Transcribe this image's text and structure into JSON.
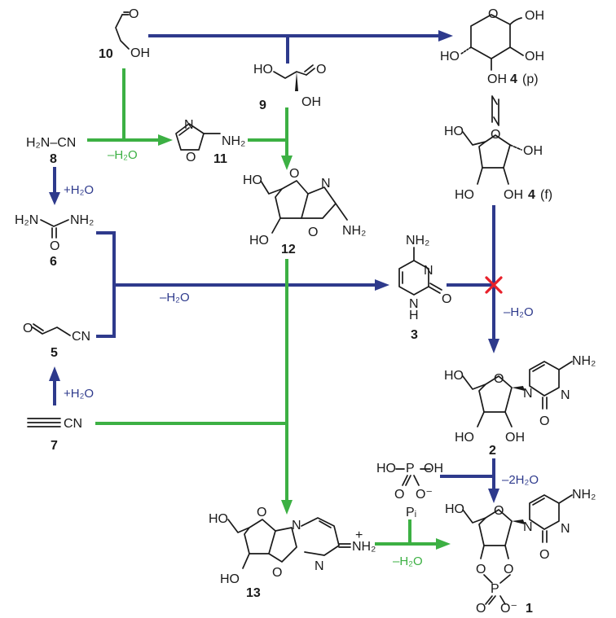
{
  "colors": {
    "blue_pathway": "#2e3a8c",
    "green_pathway": "#3cb043",
    "blocked_mark": "#e8202a",
    "ink": "#1a1a1a"
  },
  "compounds": {
    "c10": {
      "number": "10",
      "atom_oh": "OH",
      "atom_o": "O"
    },
    "c9": {
      "number": "9",
      "atom_ho": "HO",
      "atom_oh": "OH",
      "atom_o": "O"
    },
    "c4p": {
      "number": "4",
      "form": "(p)",
      "atom_oh_a": "OH",
      "atom_oh_b": "OH",
      "atom_oh_c": "OH",
      "atom_ho": "HO",
      "atom_o": "O"
    },
    "c4f": {
      "number": "4",
      "form": "(f)",
      "atom_ho_a": "HO",
      "atom_oh_a": "OH",
      "atom_ho_b": "HO",
      "atom_oh_b": "OH",
      "atom_o": "O"
    },
    "c8": {
      "number": "8",
      "formula": "H₂N–CN"
    },
    "c11": {
      "number": "11",
      "atom_n": "N",
      "atom_o": "O",
      "atom_nh2": "NH₂"
    },
    "c12": {
      "number": "12",
      "atom_ho_a": "HO",
      "atom_ho_b": "HO",
      "atom_o_a": "O",
      "atom_o_b": "O",
      "atom_n": "N",
      "atom_nh2": "NH₂"
    },
    "c6": {
      "number": "6",
      "atom_h2n": "H₂N",
      "atom_nh2": "NH₂",
      "atom_o": "O"
    },
    "c3": {
      "number": "3",
      "atom_nh2": "NH₂",
      "atom_n_a": "N",
      "atom_n_b": "N",
      "atom_h": "H",
      "atom_o": "O"
    },
    "c5": {
      "number": "5",
      "atom_o": "O",
      "atom_cn": "CN"
    },
    "c7": {
      "number": "7",
      "atom_cn": "CN"
    },
    "c2": {
      "number": "2",
      "atom_ho_a": "HO",
      "atom_ho_b": "HO",
      "atom_oh": "OH",
      "atom_o": "O",
      "atom_n_a": "N",
      "atom_n_b": "N",
      "atom_nh2": "NH₂",
      "atom_o_carbonyl": "O"
    },
    "phosphate": {
      "atom_ho_a": "HO",
      "atom_p": "P",
      "atom_oh": "OH",
      "atom_o": "O",
      "atom_o_minus": "O⁻",
      "pi": "Pᵢ"
    },
    "c13": {
      "number": "13",
      "atom_ho_a": "HO",
      "atom_ho_b": "HO",
      "atom_o_a": "O",
      "atom_o_b": "O",
      "atom_n_a": "N",
      "atom_n_b": "N",
      "atom_nh2_plus": "NH₂",
      "charge": "+"
    },
    "c1": {
      "number": "1",
      "atom_ho": "HO",
      "atom_o_a": "O",
      "atom_o_b": "O",
      "atom_o_c": "O",
      "atom_o_d": "O",
      "atom_p": "P",
      "atom_o_minus": "O⁻",
      "atom_n_a": "N",
      "atom_n_b": "N",
      "atom_nh2": "NH₂",
      "atom_o_carbonyl": "O"
    }
  },
  "conditions": {
    "c8_to_11": "–H₂O",
    "c8_to_6": "+H₂O",
    "c6_5_to_3": "–H₂O",
    "c3_4f_to_2": "–H₂O",
    "c7_to_5": "+H₂O",
    "c2_to_1": "–2H₂O",
    "c13_to_1": "–H₂O"
  }
}
